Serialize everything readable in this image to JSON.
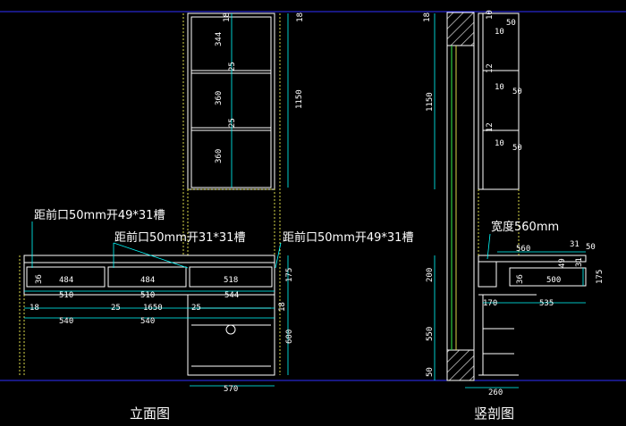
{
  "captions": {
    "elevation": "立面图",
    "section": "竖剖图"
  },
  "notes": {
    "groove_left": "距前口50mm开49*31槽",
    "groove_mid": "距前口50mm开31*31槽",
    "groove_right": "距前口50mm开49*31槽",
    "width_note": "宽度560mm"
  },
  "elevation_dims": {
    "top_18": "18",
    "top_18b": "18",
    "shelf_344": "344",
    "shelf_25a": "25",
    "shelf_360a": "360",
    "shelf_25b": "25",
    "shelf_360b": "360",
    "h_1150": "1150",
    "d_484a": "484",
    "d_484b": "484",
    "d_518": "518",
    "d_36": "36",
    "w_510a": "510",
    "w_510b": "510",
    "w_544": "544",
    "w_18a": "18",
    "w_25a": "25",
    "w_1650": "1650",
    "w_25b": "25",
    "w_18b": "18",
    "w_540a": "540",
    "w_540b": "540",
    "h_175": "175",
    "h_600": "600",
    "w_570": "570"
  },
  "section_dims": {
    "s_18": "18",
    "s_1150": "1150",
    "s_200": "200",
    "s_550": "550",
    "s_50": "50",
    "s_10a": "10",
    "s_50a": "50",
    "s_10b": "10",
    "s_12a": "12",
    "s_10c": "10",
    "s_50b": "50",
    "s_12b": "12",
    "s_10d": "10",
    "s_50c": "50",
    "s_560": "560",
    "s_31": "31",
    "s_50d": "50",
    "s_49": "49",
    "s_31b": "31",
    "s_36": "36",
    "s_500": "500",
    "s_175": "175",
    "s_170": "170",
    "s_535": "535",
    "s_260": "260"
  },
  "colors": {
    "background": "#000000",
    "line": "#ffffff",
    "dim": "#00ffff",
    "ground": "#3030ff",
    "hidden": "#d9d94a",
    "wall": "#d0d0d0"
  }
}
